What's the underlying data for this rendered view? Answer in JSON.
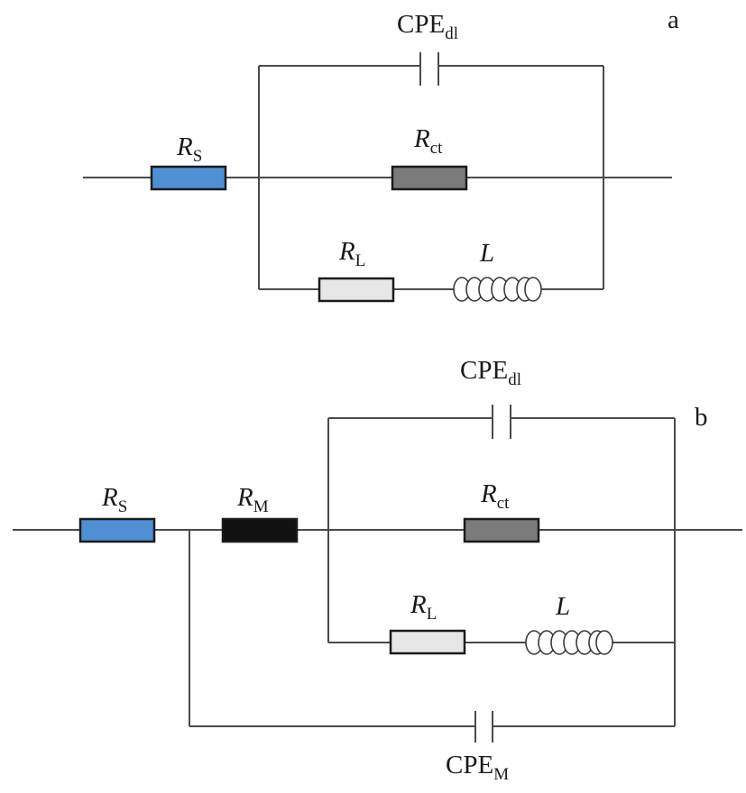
{
  "colors": {
    "wire": "#4a4a4a",
    "r_s": "#4f8fd4",
    "r_ct": "#7b7b7b",
    "r_l": "#e6e6e6",
    "r_m": "#111111"
  },
  "circuit_a": {
    "panel_label": "a",
    "cpe_dl": {
      "main": "CPE",
      "sub": "dl"
    },
    "r_s": {
      "main": "R",
      "sub": "S"
    },
    "r_ct": {
      "main": "R",
      "sub": "ct"
    },
    "r_l": {
      "main": "R",
      "sub": "L"
    },
    "l": "L"
  },
  "circuit_b": {
    "panel_label": "b",
    "cpe_dl": {
      "main": "CPE",
      "sub": "dl"
    },
    "r_s": {
      "main": "R",
      "sub": "S"
    },
    "r_m": {
      "main": "R",
      "sub": "M"
    },
    "r_ct": {
      "main": "R",
      "sub": "ct"
    },
    "r_l": {
      "main": "R",
      "sub": "L"
    },
    "l": "L",
    "cpe_m": {
      "main": "CPE",
      "sub": "M"
    }
  }
}
